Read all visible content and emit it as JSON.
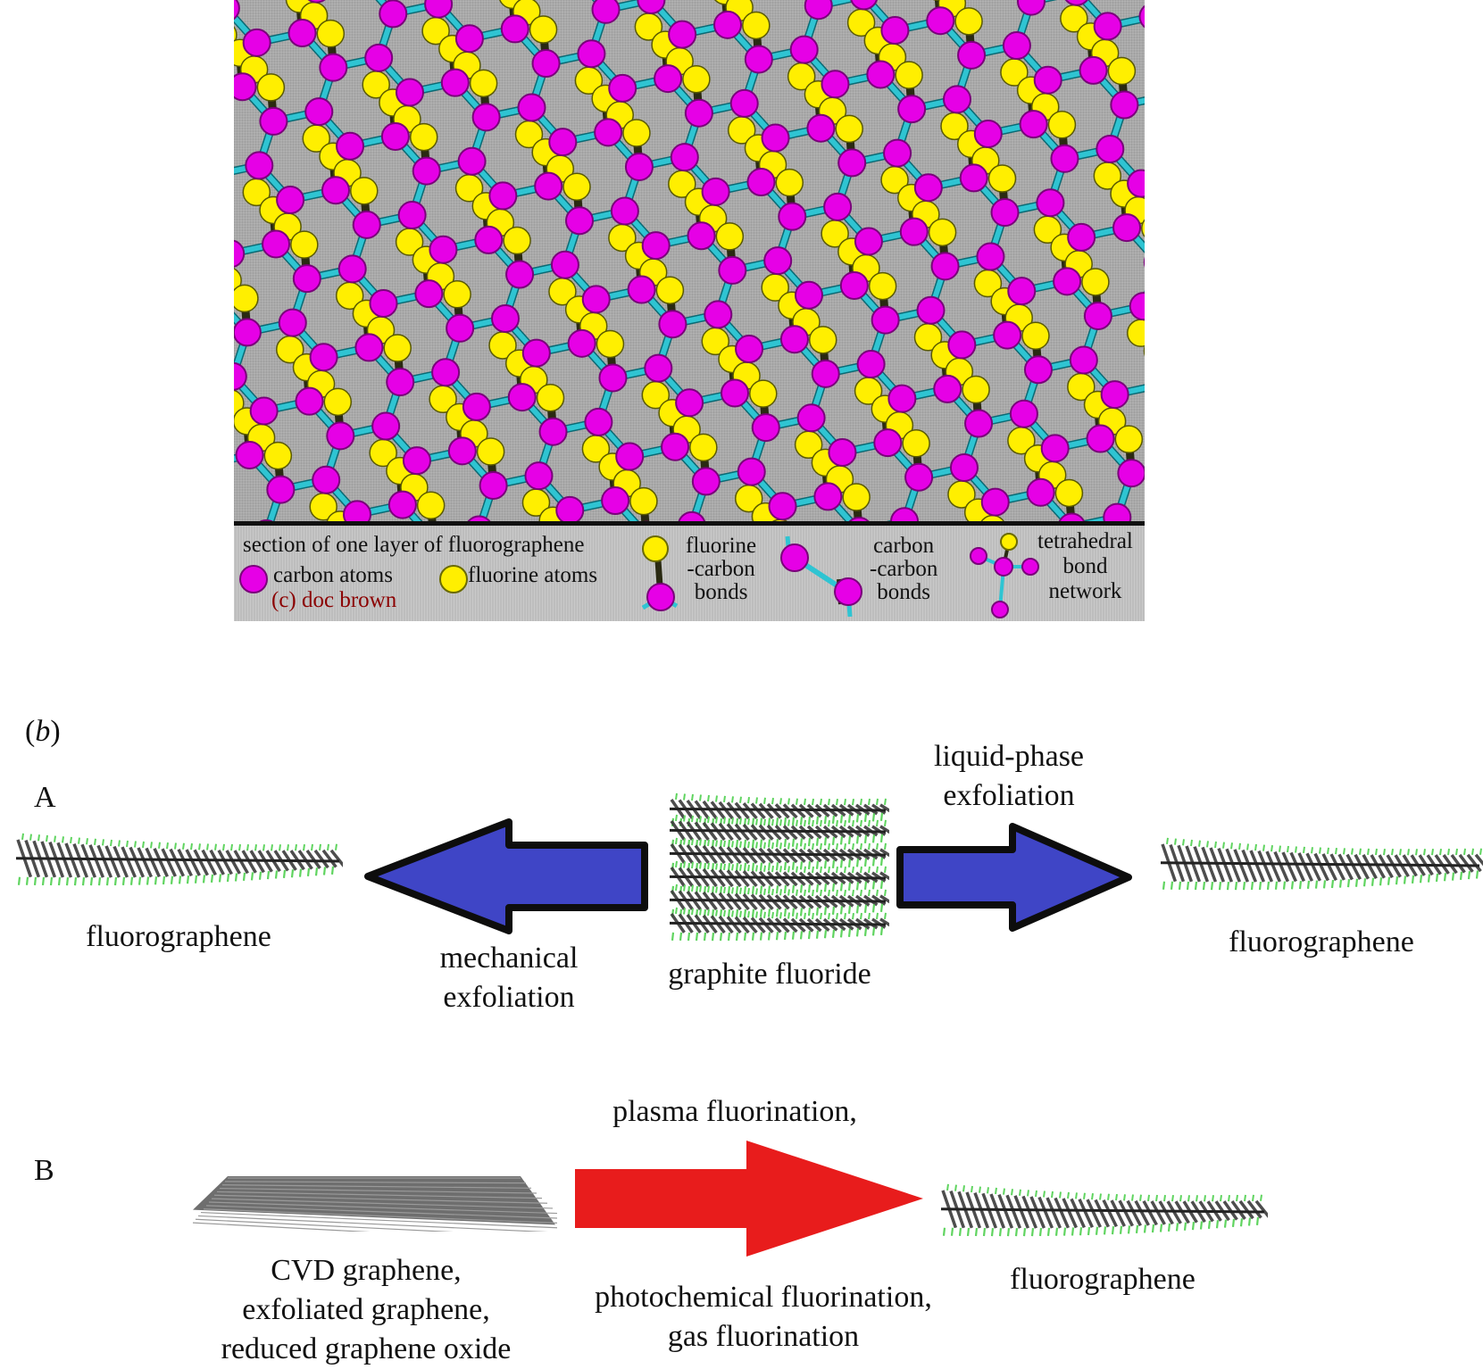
{
  "panel_a": {
    "legend": {
      "section_title": "section of one layer of fluorographene",
      "carbon_atoms": "carbon atoms",
      "fluorine_atoms": "fluorine atoms",
      "credit": "(c) doc brown",
      "fc_bonds": [
        "fluorine",
        "-carbon",
        "bonds"
      ],
      "cc_bonds": [
        "carbon",
        "-carbon",
        "bonds"
      ],
      "tetra": [
        "tetrahedral",
        "bond",
        "network"
      ]
    },
    "colors": {
      "carbon": "#e600e6",
      "fluorine": "#ffef00",
      "cc_bond": "#2fc4d2",
      "cf_bond": "#2a2a12",
      "background": "#a9a9a9"
    }
  },
  "panel_b": {
    "panel_label_b": "b",
    "row_a": {
      "label": "A",
      "left_product": "fluorographene",
      "left_method": [
        "mechanical",
        "exfoliation"
      ],
      "source": "graphite fluoride",
      "right_method": [
        "liquid-phase",
        "exfoliation"
      ],
      "right_product": "fluorographene",
      "arrow_color": "#3f45c6"
    },
    "row_b": {
      "label": "B",
      "source": [
        "CVD graphene,",
        "exfoliated graphene,",
        "reduced graphene oxide"
      ],
      "method_top": "plasma fluorination,",
      "method_bottom": [
        "photochemical fluorination,",
        "gas fluorination"
      ],
      "product": "fluorographene",
      "arrow_color": "#e81c1c"
    }
  }
}
